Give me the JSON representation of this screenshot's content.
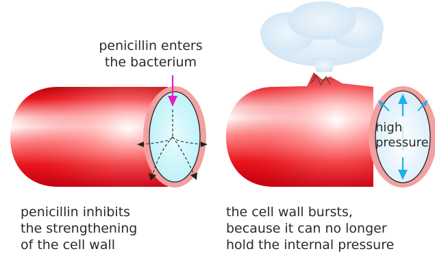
{
  "labels": {
    "enter": [
      "penicillin enters",
      "the bacterium"
    ],
    "pressure": [
      "high",
      "pressure"
    ],
    "left_caption": [
      "penicillin inhibits",
      "the strengthening",
      "of the cell wall"
    ],
    "right_caption": [
      "the cell wall bursts,",
      "because it can no longer",
      "hold the internal pressure"
    ]
  },
  "colors": {
    "cell_body": "#e8141c",
    "cell_wall": "#f2a0a0",
    "interior_left": "#c8f6fa",
    "interior_right": "#eaf5fc",
    "arrow_penicillin": "#e020c8",
    "arrow_pressure": "#20b0e8",
    "cloud": "#dcecf8"
  }
}
